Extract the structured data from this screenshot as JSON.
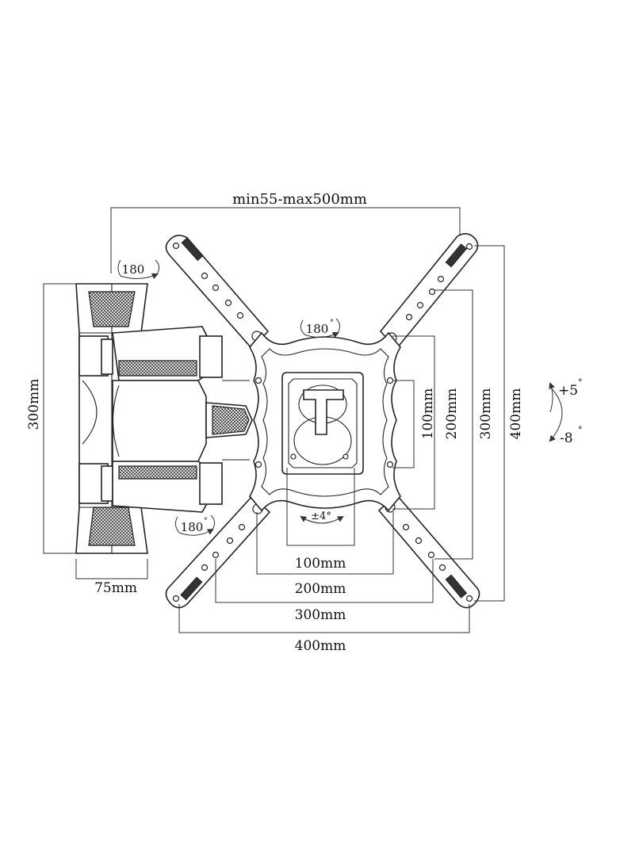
{
  "dimensions": {
    "arm_extension": "min55-max500mm",
    "wall_plate_height": "300mm",
    "wall_plate_depth": "75mm",
    "vesa_h_100": "100mm",
    "vesa_h_200": "200mm",
    "vesa_h_300": "300mm",
    "vesa_h_400": "400mm",
    "vesa_v_100": "100mm",
    "vesa_v_200": "200mm",
    "vesa_v_300": "300mm",
    "vesa_v_400": "400mm"
  },
  "rotations": {
    "swivel_top": "180",
    "swivel_bottom": "180",
    "rotation_center": "180",
    "level_adjust": "±4°",
    "tilt_up": "+5",
    "tilt_down": "-8",
    "degree_mark": "°"
  }
}
